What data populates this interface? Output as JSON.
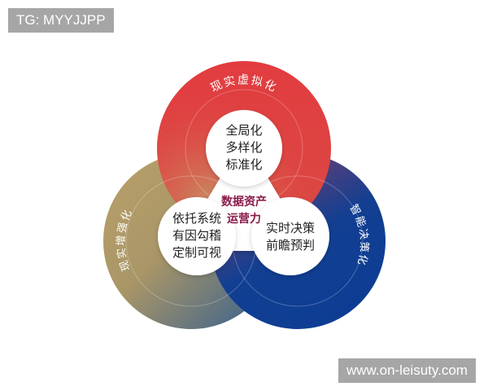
{
  "watermarks": {
    "top_left": "TG: MYYJJPP",
    "bottom_right": "www.on-leisuty.com"
  },
  "diagram": {
    "center_label_lines": [
      "数据资产",
      "运营力"
    ],
    "rings": [
      {
        "id": "top",
        "ring_label": "现实虚拟化",
        "inner_lines": [
          "全局化",
          "多样化",
          "标准化"
        ],
        "color": "#e0393e"
      },
      {
        "id": "left",
        "ring_label": "现实增强化",
        "inner_lines": [
          "依托系统",
          "有因勾稽",
          "定制可视"
        ],
        "color": "#b59c68"
      },
      {
        "id": "right",
        "ring_label": "智能决策化",
        "inner_lines": [
          "实时决策",
          "前瞻预判"
        ],
        "color": "#0f3e93"
      }
    ]
  },
  "colors": {
    "red": "#e0393e",
    "tan": "#b59c68",
    "blue": "#0f3e93",
    "center_text": "#8b1a4a",
    "watermark_bg": "#a6a6a6"
  }
}
